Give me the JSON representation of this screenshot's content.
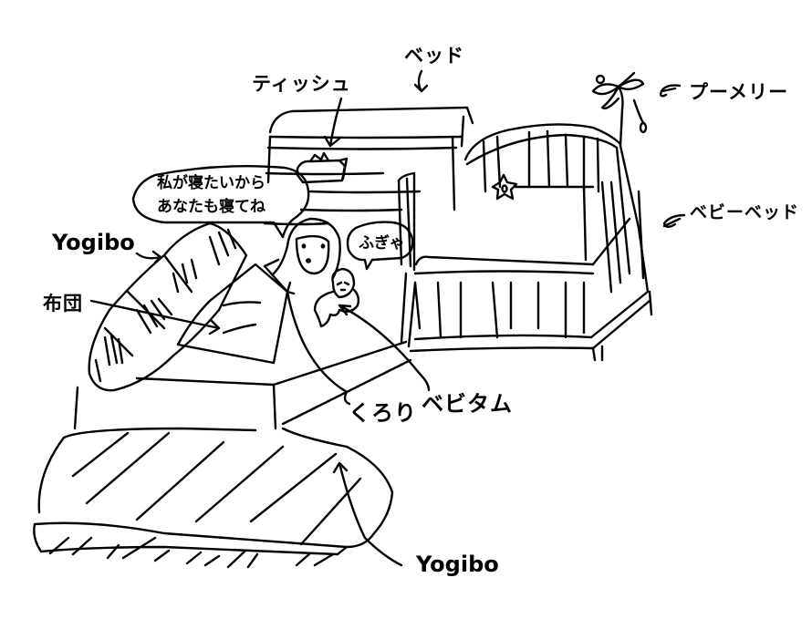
{
  "labels": {
    "bed": "ベッド",
    "tissue": "ティッシュ",
    "mobile": "プーメリー",
    "baby_bed": "ベビーベッド",
    "yogibo_top": "Yogibo",
    "futon": "布団",
    "kurori": "くろり",
    "bebitamu": "ベビタム",
    "yogibo_bottom": "Yogibo"
  },
  "speech": {
    "mother_line1": "私が寝たいから",
    "mother_line2": "あなたも寝てね",
    "baby": "ふぎゃ"
  },
  "colors": {
    "ink": "#000000",
    "paper": "#ffffff"
  }
}
